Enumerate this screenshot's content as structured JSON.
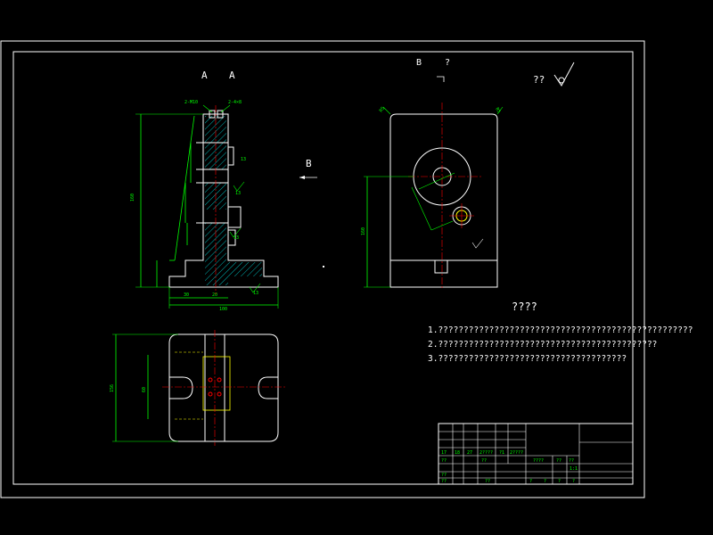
{
  "section_labels": {
    "section_a_left": "A",
    "section_a_right": "A",
    "view_b_left": "B",
    "view_b_right": "?",
    "view_b_arrow": "B"
  },
  "roughness_label": "??",
  "requirements": {
    "title": "????",
    "lines": [
      "1.??????????????????????????????????????????????????",
      "2.???????????????????????????????????????????",
      "3.?????????????????????????????????????"
    ]
  },
  "dimensions": {
    "top_left": "2-M10",
    "top_right": "2-4×8",
    "height_main": "160",
    "width_base": "100",
    "left_30": "30",
    "mid_20": "20",
    "side_13a": "13",
    "side_13b": "13",
    "side_13c": "13",
    "base_13": "13",
    "right_h": "160",
    "radius_tl": "R5",
    "radius_tr": "R5",
    "plan_h": "156",
    "plan_inner": "60"
  },
  "title_block": {
    "row1": [
      "17",
      "18",
      "27",
      "2????",
      "?1",
      "2????"
    ],
    "row2": [
      "??",
      "",
      "",
      "??",
      "",
      ""
    ],
    "row3": [
      "??",
      "",
      "",
      "??",
      "",
      ""
    ],
    "mid_labels": [
      "????",
      "??",
      "??"
    ],
    "mid_row2": [
      "",
      "",
      "1:1"
    ],
    "bottom": [
      "?",
      "?",
      "?",
      "?"
    ]
  },
  "colors": {
    "frame": "#ffffff",
    "geometry": "#ffffff",
    "dimension": "#00ff00",
    "centerline": "#ff0000",
    "hatch": "#00ffff",
    "hidden": "#ffff00"
  }
}
